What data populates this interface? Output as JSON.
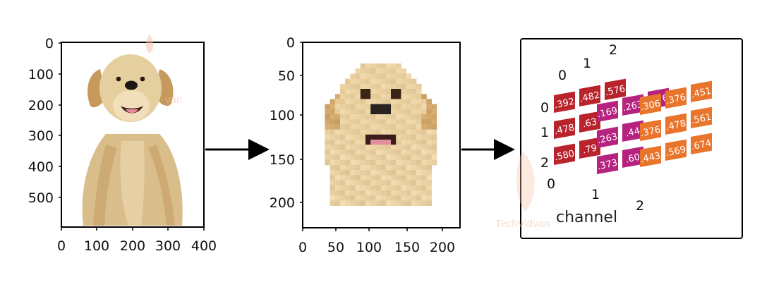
{
  "panel1": {
    "y_ticks": [
      "0",
      "100",
      "200",
      "300",
      "400",
      "500"
    ],
    "x_ticks": [
      "0",
      "100",
      "200",
      "300",
      "400"
    ]
  },
  "panel2": {
    "y_ticks": [
      "0",
      "50",
      "100",
      "150",
      "200"
    ],
    "x_ticks": [
      "0",
      "50",
      "100",
      "150",
      "200"
    ]
  },
  "panel3": {
    "col_labels": [
      "0",
      "1",
      "2"
    ],
    "row_labels": [
      "0",
      "1",
      "2"
    ],
    "channel_labels": [
      "0",
      "1",
      "2"
    ],
    "channel_axis_label": "channel",
    "channels": [
      {
        "color": "#b8232c",
        "rows": [
          [
            ".392",
            ".482",
            ".576"
          ],
          [
            ".478",
            ".63",
            ""
          ],
          [
            ".580",
            ".79",
            ""
          ]
        ]
      },
      {
        "color": "#b5227f",
        "rows": [
          [
            ".169",
            ".263",
            ".376"
          ],
          [
            ".263",
            ".44",
            ""
          ],
          [
            ".373",
            ".60",
            ""
          ]
        ]
      },
      {
        "color": "#e9742b",
        "rows": [
          [
            ".306",
            ".376",
            ".451"
          ],
          [
            ".376",
            ".478",
            ".561"
          ],
          [
            ".443",
            ".569",
            ".674"
          ]
        ]
      }
    ]
  },
  "watermark": {
    "text_small": "van",
    "text_large": "TechVidvan"
  }
}
